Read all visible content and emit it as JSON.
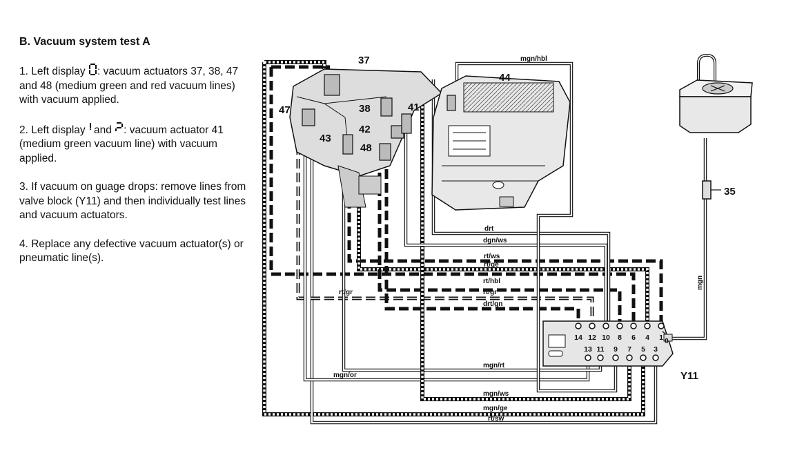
{
  "heading": "B. Vacuum system test A",
  "steps": [
    {
      "pre": "1. Left display ",
      "post": ": vacuum actuators 37, 38, 47 and 48 (medium green and red vacuum lines) with vacuum applied."
    },
    {
      "pre": "2. Left display ",
      "mid": "and ",
      "post": ": vacuum actuator 41 (medium green vacuum line) with vacuum applied."
    },
    {
      "text": "3. If vacuum on guage drops: remove lines from valve block (Y11) and then individually test lines and vacuum actuators."
    },
    {
      "text": "4. Replace any defective vacuum actuator(s) or pneumatic line(s)."
    }
  ],
  "display_glyphs": [
    "0",
    "1",
    "2"
  ],
  "component_labels": [
    "37",
    "38",
    "41",
    "42",
    "43",
    "44",
    "47",
    "48",
    "35",
    "Y11"
  ],
  "line_labels": [
    "mgn/hbl",
    "drt",
    "dgn/ws",
    "rt/ws",
    "rt/ge",
    "rt/hbl",
    "rt/gr",
    "rt/gr",
    "drt/gn",
    "mgn/rt",
    "mgn/or",
    "mgn/ws",
    "mgn/ge",
    "rt/sw",
    "mgn"
  ],
  "valve_ports": {
    "top": [
      "14",
      "12",
      "10",
      "8",
      "6",
      "4",
      "1"
    ],
    "bottom": [
      "13",
      "11",
      "9",
      "7",
      "5",
      "3"
    ],
    "side": [
      "0"
    ]
  }
}
